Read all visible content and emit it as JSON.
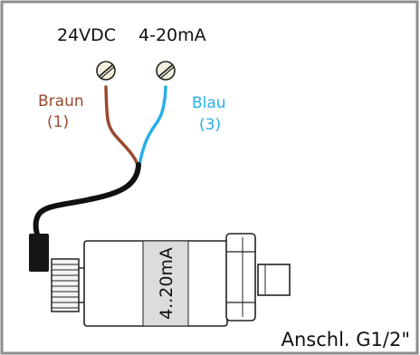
{
  "terminals": {
    "supply_label": "24VDC",
    "signal_label": "4-20mA"
  },
  "wires": {
    "brown": {
      "name": "Braun",
      "number": "(1)",
      "color": "#9a4a2e"
    },
    "blue": {
      "name": "Blau",
      "number": "(3)",
      "color": "#29aee8"
    }
  },
  "sensor": {
    "body_label": "4..20mA"
  },
  "connection": {
    "label": "Anschl. G1/2\""
  },
  "colors": {
    "frame": "#8c8c8c",
    "cable": "#111111",
    "label_band": "#dcdcdc",
    "screw_fill": "#f2f0dc"
  }
}
